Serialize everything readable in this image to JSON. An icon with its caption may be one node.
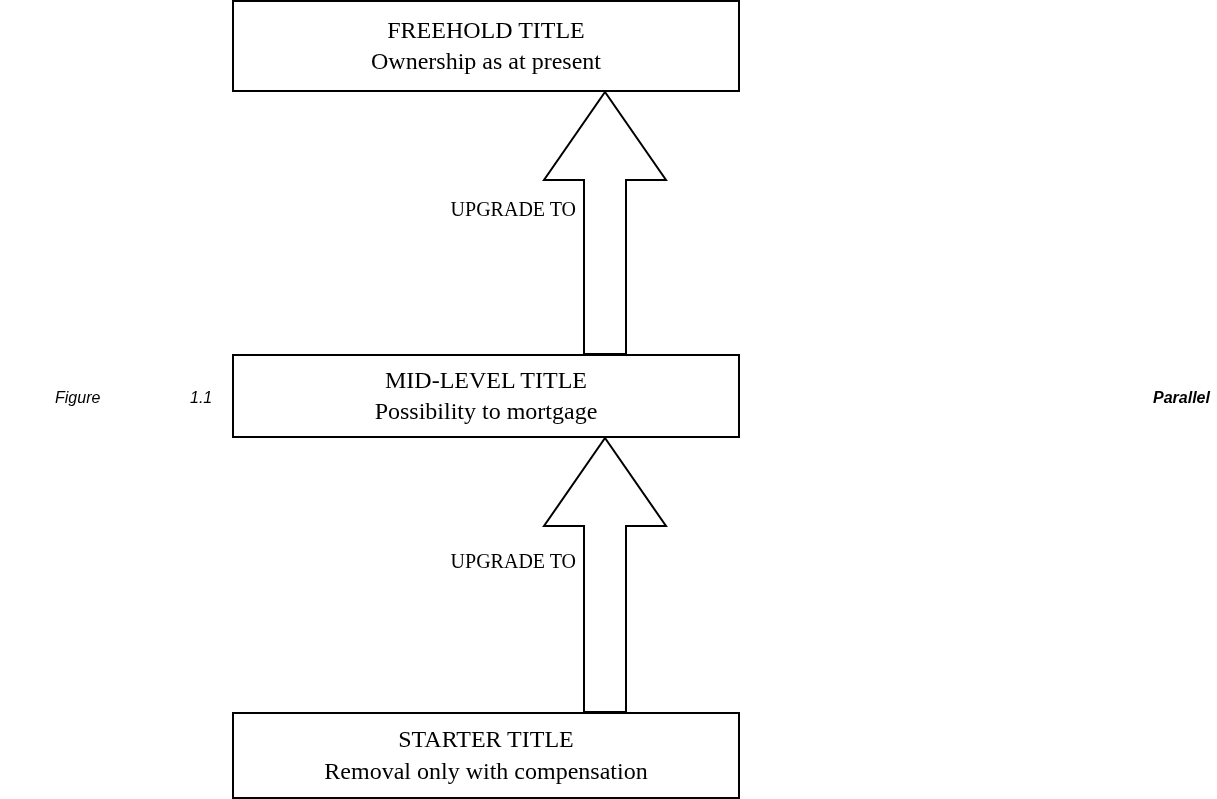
{
  "diagram": {
    "nodes": [
      {
        "text": [
          "FREEHOLD TITLE",
          "Ownership as at present"
        ]
      },
      {
        "text": [
          "MID-LEVEL TITLE",
          "Possibility to mortgage"
        ]
      },
      {
        "text": [
          "STARTER TITLE",
          "Removal only with compensation"
        ]
      }
    ],
    "edges": [
      {
        "from": 1,
        "to": 0,
        "arrow": "to",
        "label": "UPGRADE TO"
      },
      {
        "from": 2,
        "to": 1,
        "arrow": "to",
        "label": "UPGRADE TO"
      }
    ],
    "labels": [
      "Figure",
      "1.1",
      "Parallel"
    ]
  }
}
